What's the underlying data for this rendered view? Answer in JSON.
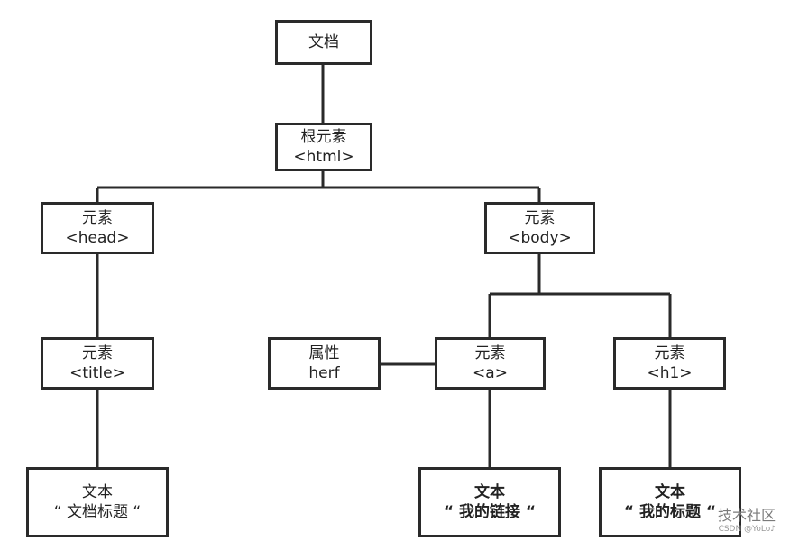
{
  "nodes": {
    "document": {
      "line1": "文档"
    },
    "html": {
      "line1": "根元素",
      "line2": "<html>"
    },
    "head": {
      "line1": "元素",
      "line2": "<head>"
    },
    "body": {
      "line1": "元素",
      "line2": "<body>"
    },
    "title": {
      "line1": "元素",
      "line2": "<title>"
    },
    "attr": {
      "line1": "属性",
      "line2": "herf"
    },
    "a": {
      "line1": "元素",
      "line2": "<a>"
    },
    "h1": {
      "line1": "元素",
      "line2": "<h1>"
    },
    "text_title": {
      "line1": "文本",
      "line2": "“ 文档标题 “"
    },
    "text_link": {
      "line1": "文本",
      "line2": "“ 我的链接 “"
    },
    "text_h1": {
      "line1": "文本",
      "line2": "“ 我的标题 “"
    }
  },
  "watermark": {
    "main": "技术社区",
    "sub": "CSDN @YoLo♪"
  },
  "colors": {
    "stroke": "#2a2a2a",
    "background": "#ffffff"
  }
}
